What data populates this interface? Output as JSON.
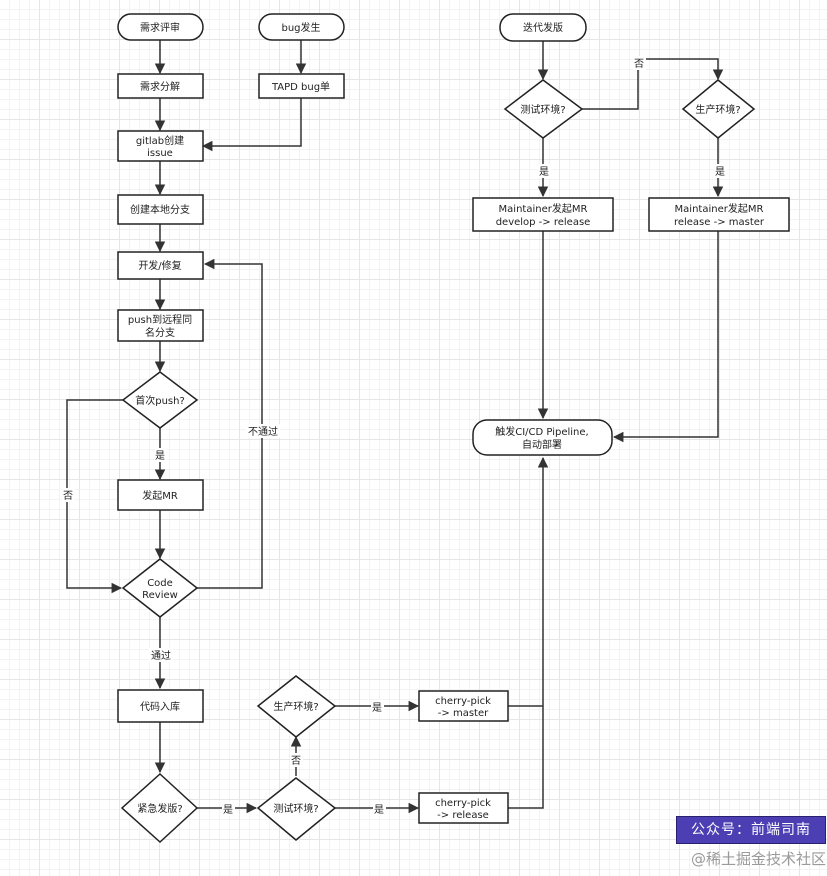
{
  "nodes": {
    "req_review": "需求评审",
    "bug_occur": "bug发生",
    "req_split": "需求分解",
    "tapd_bug": "TAPD bug单",
    "gitlab_issue_1": "gitlab创建",
    "gitlab_issue_2": "issue",
    "create_branch": "创建本地分支",
    "dev_fix": "开发/修复",
    "push_remote_1": "push到远程同",
    "push_remote_2": "名分支",
    "first_push": "首次push?",
    "create_mr": "发起MR",
    "code_review_1": "Code",
    "code_review_2": "Review",
    "merge_code": "代码入库",
    "urgent_release": "紧急发版?",
    "test_env_bottom": "测试环境?",
    "prod_env_bottom": "生产环境?",
    "cherry_master_1": "cherry-pick",
    "cherry_master_2": "-> master",
    "cherry_release_1": "cherry-pick",
    "cherry_release_2": "-> release",
    "iteration_release": "迭代发版",
    "test_env_top": "测试环境?",
    "prod_env_top": "生产环境?",
    "mr_develop_1": "Maintainer发起MR",
    "mr_develop_2": "develop -> release",
    "mr_master_1": "Maintainer发起MR",
    "mr_master_2": "release -> master",
    "pipeline_1": "触发CI/CD Pipeline,",
    "pipeline_2": "自动部署"
  },
  "edge_labels": {
    "no": "否",
    "yes": "是",
    "not_pass": "不通过",
    "pass": "通过"
  },
  "badge": "公众号：前端司南",
  "watermark": "@稀土掘金技术社区"
}
